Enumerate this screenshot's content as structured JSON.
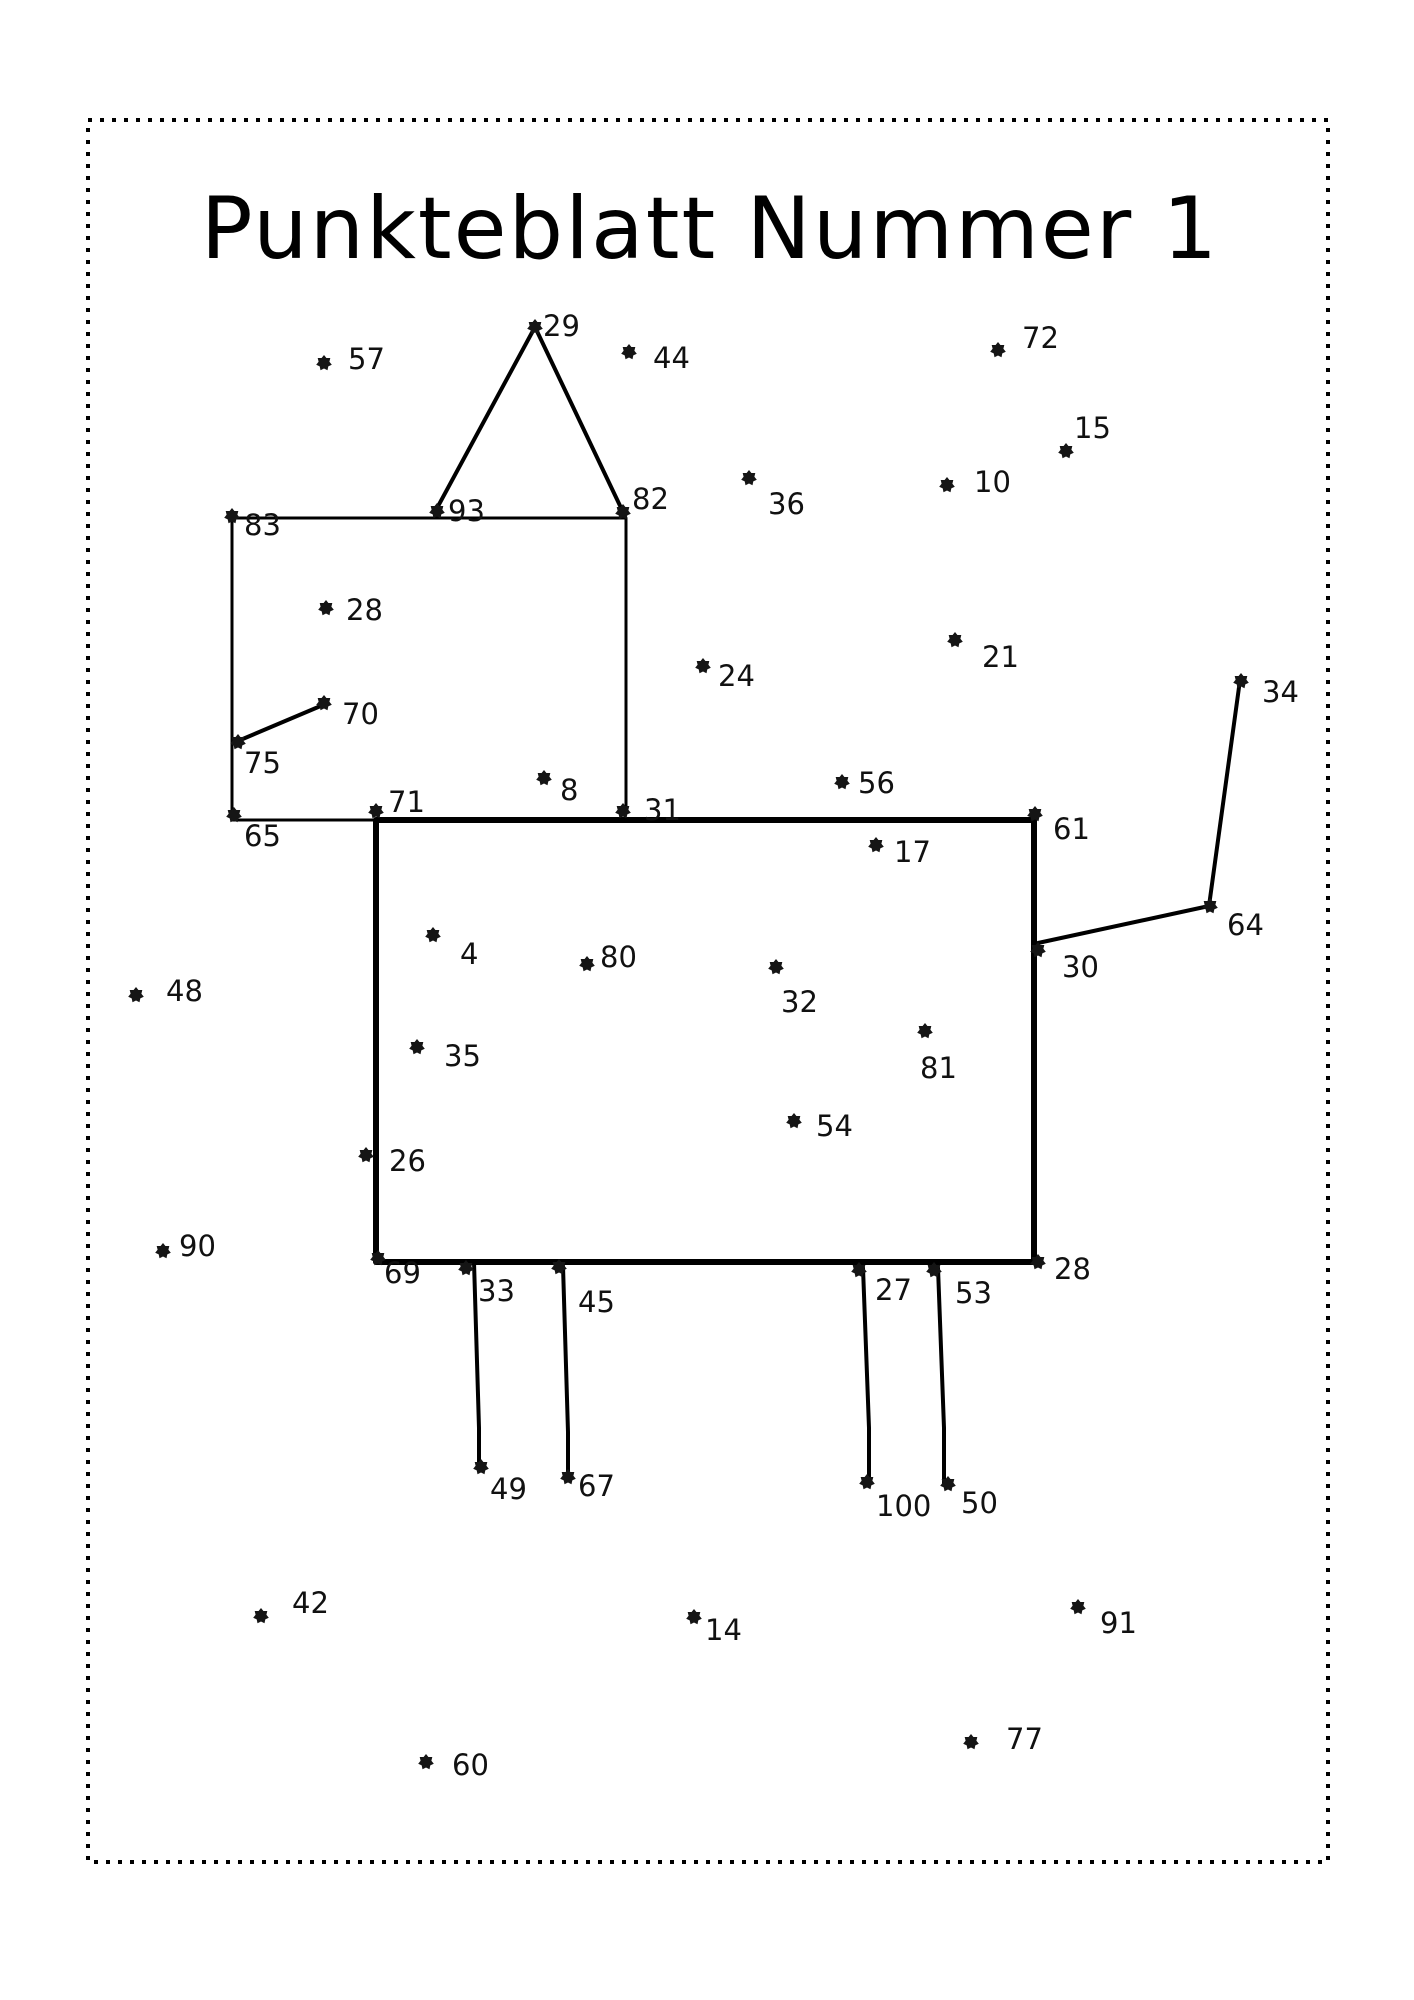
{
  "worksheet": {
    "title": "Punkteblatt Nummer 1",
    "border_color": "#000000",
    "dot_color": "#151515",
    "line_color": "#000000"
  },
  "dots": [
    {
      "label": "57"
    },
    {
      "label": "29"
    },
    {
      "label": "44"
    },
    {
      "label": "72"
    },
    {
      "label": "15"
    },
    {
      "label": "83"
    },
    {
      "label": "93"
    },
    {
      "label": "82"
    },
    {
      "label": "36"
    },
    {
      "label": "10"
    },
    {
      "label": "28"
    },
    {
      "label": "24"
    },
    {
      "label": "21"
    },
    {
      "label": "34"
    },
    {
      "label": "70"
    },
    {
      "label": "75"
    },
    {
      "label": "8"
    },
    {
      "label": "56"
    },
    {
      "label": "65"
    },
    {
      "label": "71"
    },
    {
      "label": "31"
    },
    {
      "label": "61"
    },
    {
      "label": "17"
    },
    {
      "label": "64"
    },
    {
      "label": "4"
    },
    {
      "label": "80"
    },
    {
      "label": "30"
    },
    {
      "label": "48"
    },
    {
      "label": "32"
    },
    {
      "label": "35"
    },
    {
      "label": "81"
    },
    {
      "label": "54"
    },
    {
      "label": "26"
    },
    {
      "label": "90"
    },
    {
      "label": "69"
    },
    {
      "label": "33"
    },
    {
      "label": "45"
    },
    {
      "label": "27"
    },
    {
      "label": "53"
    },
    {
      "label": "28"
    },
    {
      "label": "49"
    },
    {
      "label": "67"
    },
    {
      "label": "100"
    },
    {
      "label": "50"
    },
    {
      "label": "42"
    },
    {
      "label": "14"
    },
    {
      "label": "91"
    },
    {
      "label": "77"
    },
    {
      "label": "60"
    }
  ]
}
